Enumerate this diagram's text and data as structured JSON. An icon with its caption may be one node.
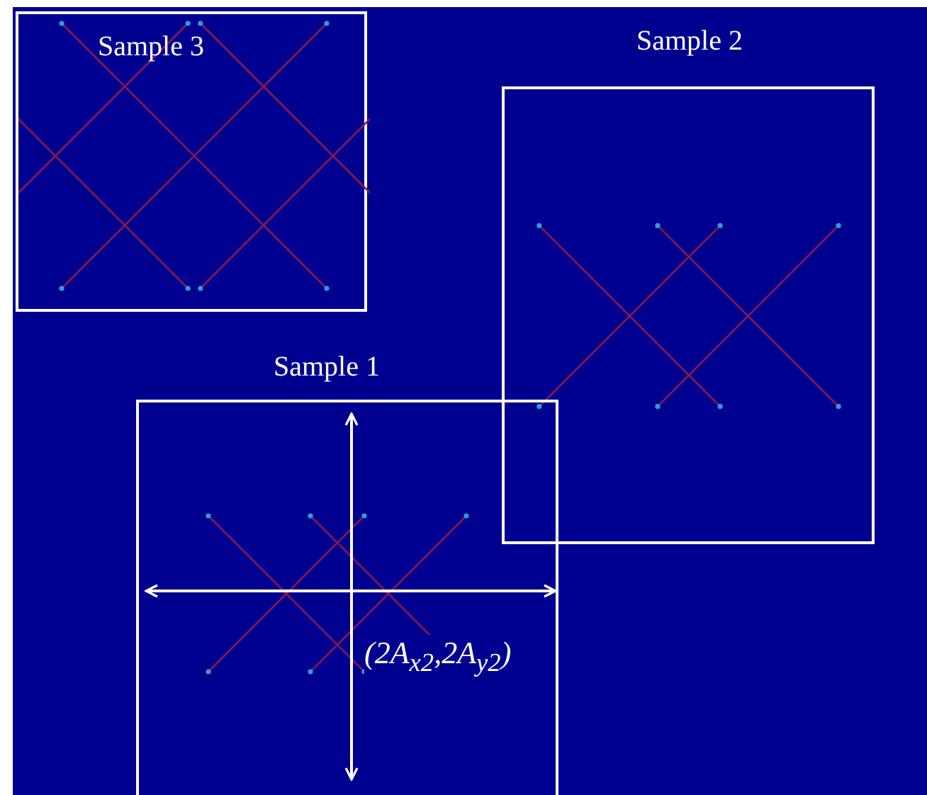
{
  "diagram": {
    "nodes": [
      {
        "text": [
          "Sample 3"
        ]
      },
      {
        "text": [
          "Sample 2"
        ]
      },
      {
        "text": [
          "Sample 1"
        ]
      }
    ],
    "labels": [
      "(2A$_{x2}$,2A$_{y2}$)"
    ]
  }
}
